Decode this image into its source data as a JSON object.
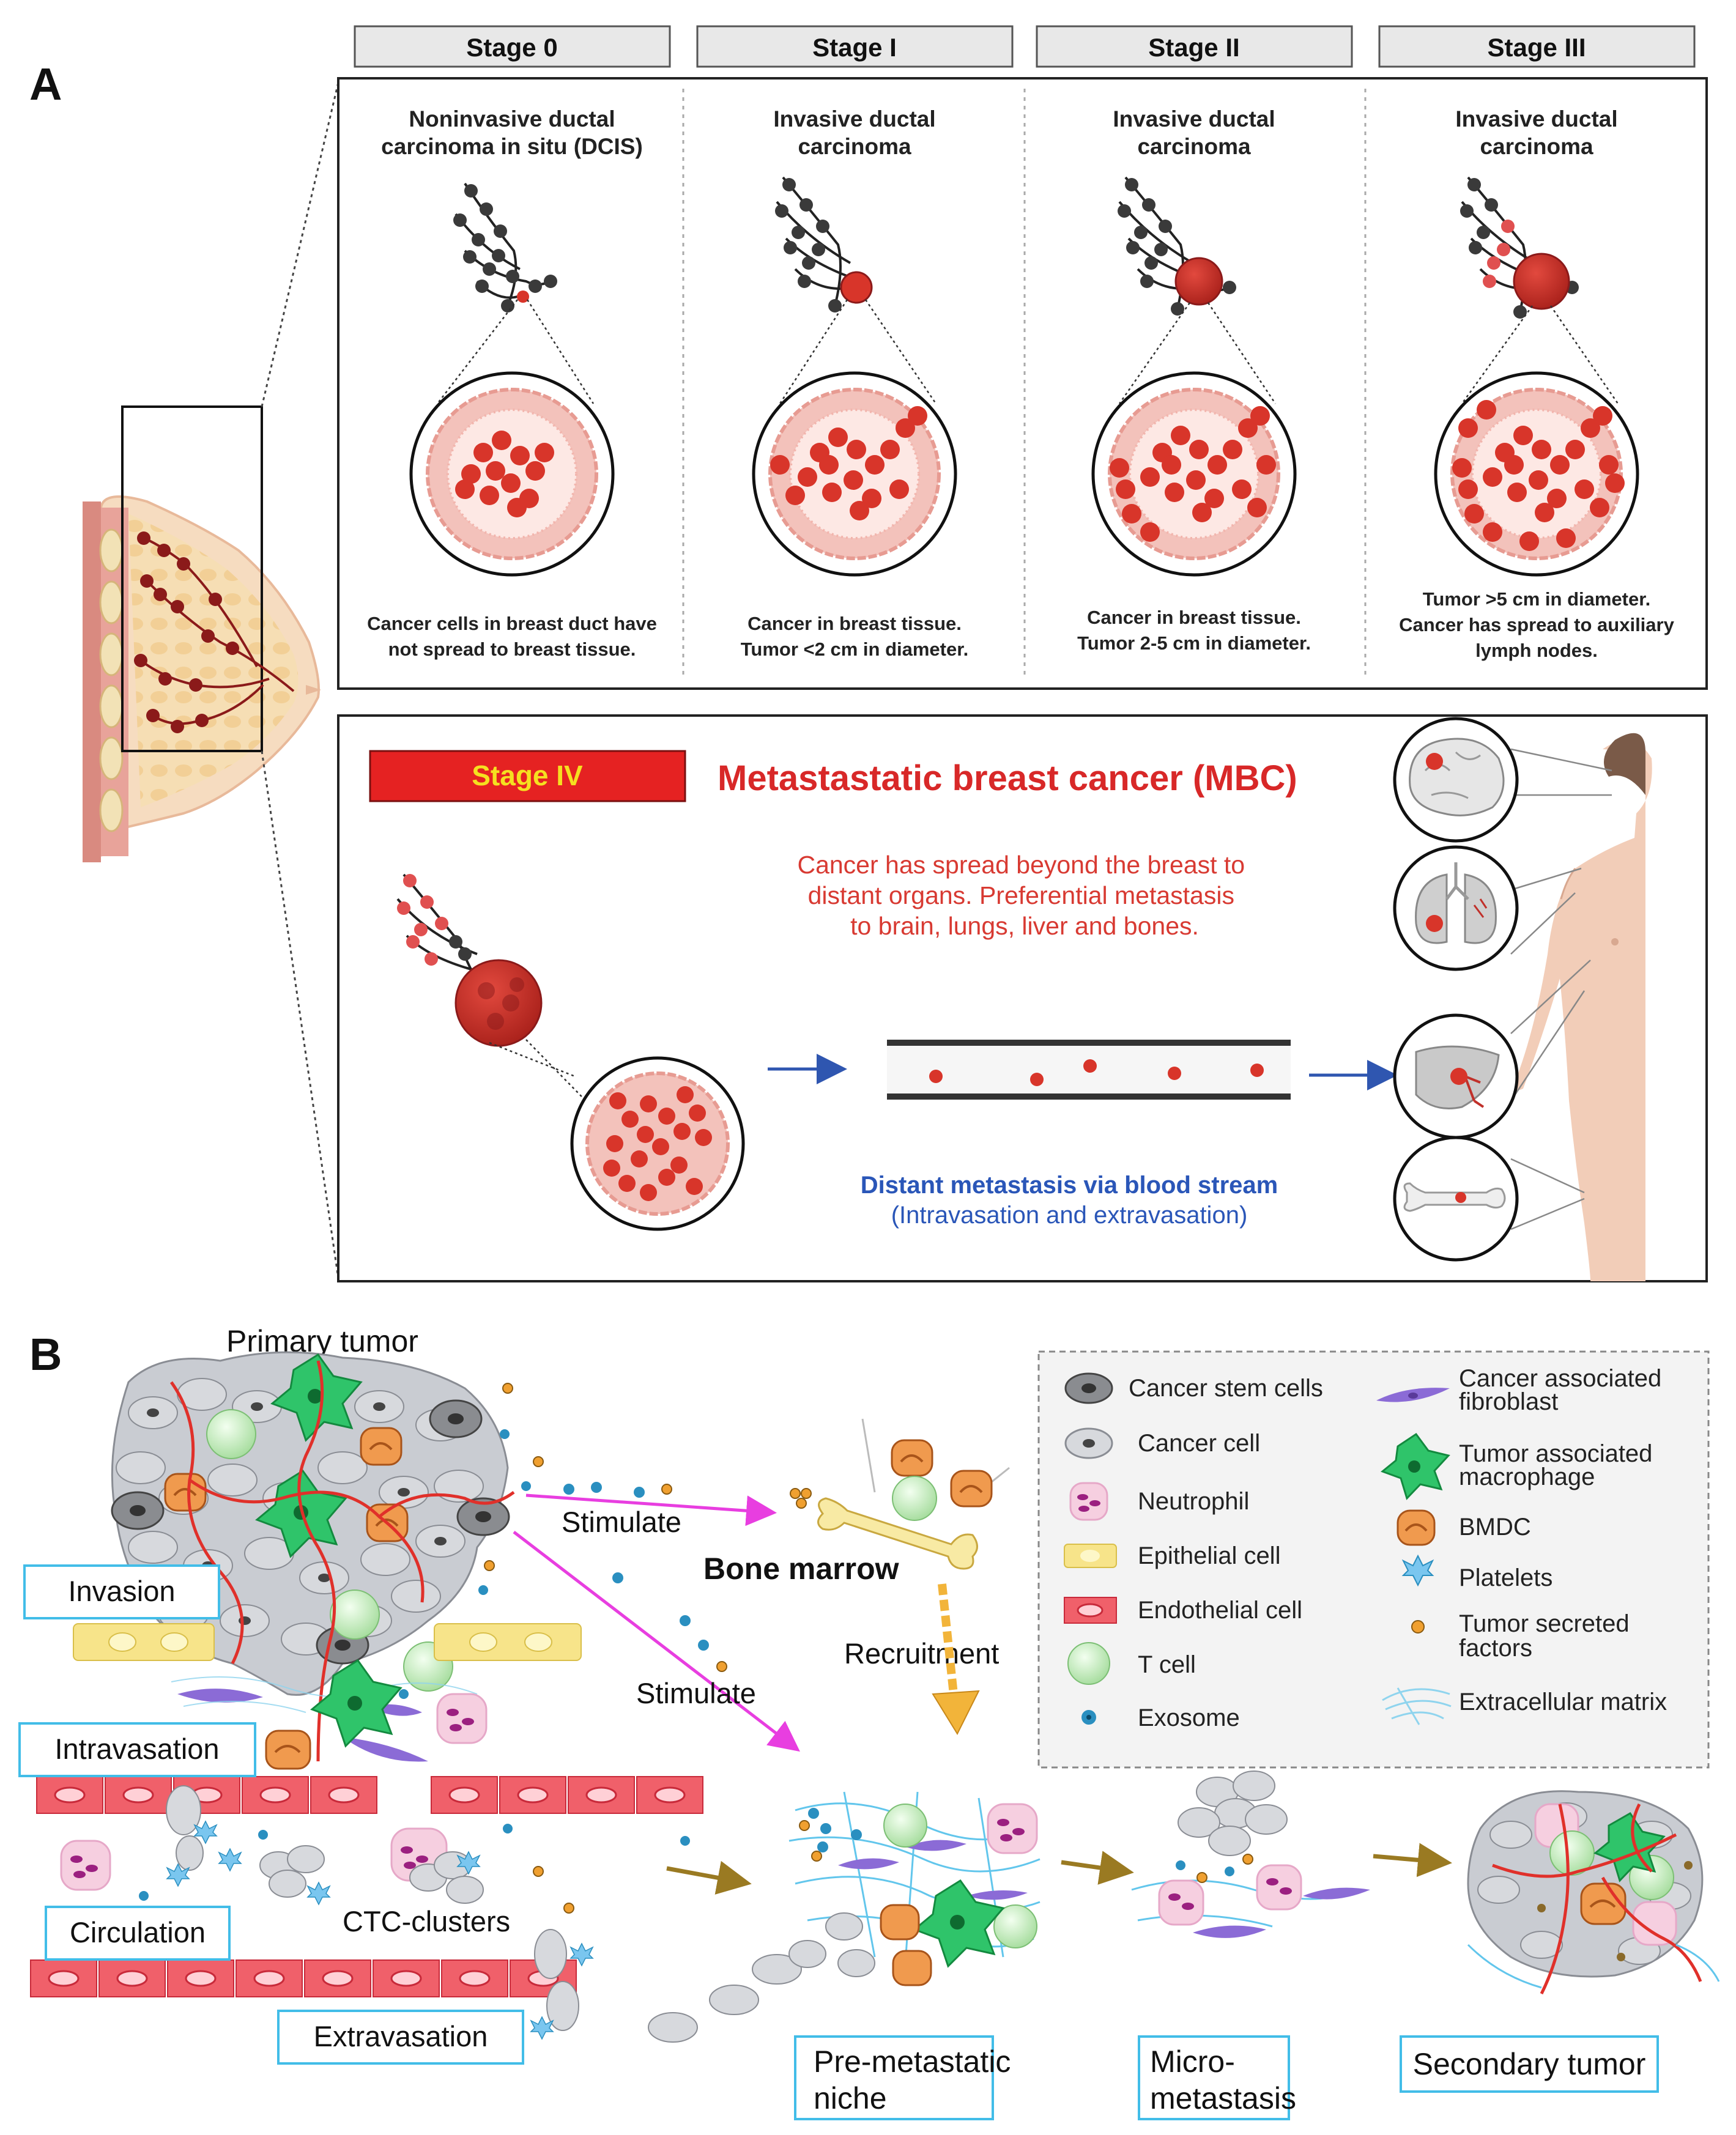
{
  "panel_a": {
    "label": "A",
    "stage_tabs": [
      "Stage 0",
      "Stage I",
      "Stage II",
      "Stage III"
    ],
    "stage_titles": [
      [
        "Noninvasive ductal",
        "carcinoma in situ (DCIS)"
      ],
      [
        "Invasive ductal",
        "carcinoma"
      ],
      [
        "Invasive ductal",
        "carcinoma"
      ],
      [
        "Invasive ductal",
        "carcinoma"
      ]
    ],
    "stage_captions": [
      [
        "Cancer cells in breast duct have",
        "not spread to breast tissue."
      ],
      [
        "Cancer in breast tissue.",
        "Tumor <2 cm in diameter."
      ],
      [
        "Cancer in breast tissue.",
        "Tumor 2-5 cm in diameter."
      ],
      [
        "Tumor >5 cm in diameter.",
        "Cancer has spread to auxiliary",
        "lymph nodes."
      ]
    ],
    "stage_iv": {
      "badge": "Stage IV",
      "title": "Metastastatic breast cancer (MBC)",
      "description": [
        "Cancer has spread beyond the breast to",
        "distant organs. Preferential metastasis",
        "to brain, lungs, liver and bones."
      ],
      "route_title": "Distant metastasis via blood stream",
      "route_subtitle": "(Intravasation and extravasation)"
    }
  },
  "panel_b": {
    "label": "B",
    "primary_tumor": "Primary tumor",
    "steps": [
      "Invasion",
      "Intravasation",
      "Circulation",
      "Extravasation"
    ],
    "ctc": "CTC-clusters",
    "stimulate": [
      "Stimulate",
      "Stimulate"
    ],
    "bone_marrow": "Bone marrow",
    "recruitment": "Recruitment",
    "progression": [
      [
        "Pre-metastatic",
        "niche"
      ],
      [
        "Micro-",
        "metastasis"
      ],
      [
        "Secondary tumor"
      ]
    ],
    "legend_left": [
      "Cancer stem cells",
      "Cancer cell",
      "Neutrophil",
      "Epithelial cell",
      "Endothelial cell",
      "T cell",
      "Exosome"
    ],
    "legend_right": [
      [
        "Cancer associated",
        "fibroblast"
      ],
      [
        "Tumor associated",
        "macrophage"
      ],
      [
        "BMDC"
      ],
      [
        "Platelets"
      ],
      [
        "Tumor secreted",
        "factors"
      ],
      [
        "Extracellular matrix"
      ]
    ]
  },
  "colors": {
    "tumor_red": "#d8352a",
    "tissue_pink": "#f3c2bb",
    "arrow_magenta": "#e83ee0",
    "arrow_blue": "#2f56b0",
    "route_blue": "#2a56b8",
    "stage_iv_red": "#e52222",
    "stage_iv_text": "#f5e020",
    "step_box_border": "#42bde8",
    "macrophage_green": "#2fc46a",
    "bmdc_orange": "#f09a4e",
    "tcell_green": "#bfe8b8",
    "endothelial_red": "#f0606a",
    "epithelial_yellow": "#f7e48a",
    "caf_purple": "#8b6bd6",
    "exosome_blue": "#2a8fc0"
  }
}
